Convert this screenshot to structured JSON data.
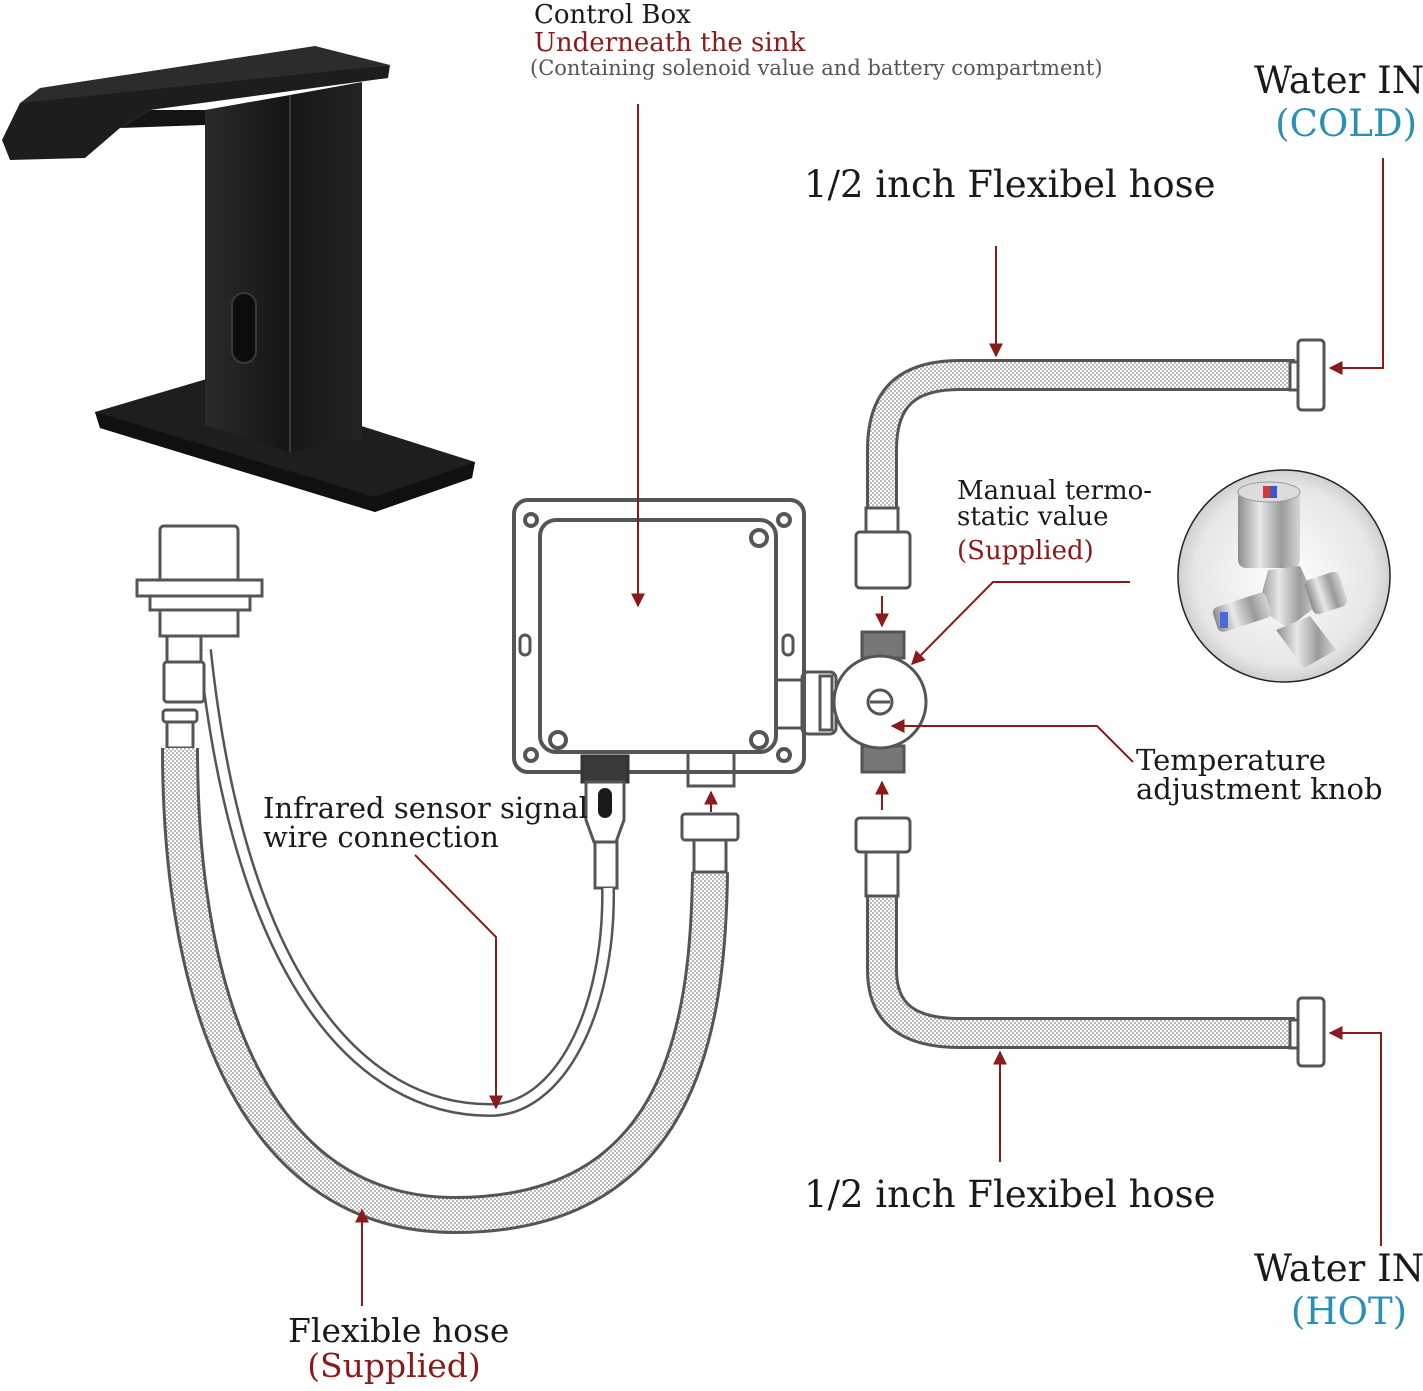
{
  "labels": {
    "control_box": {
      "line1": "Control Box",
      "line2": "Underneath the sink",
      "line3": "(Containing solenoid value and battery compartment)"
    },
    "water_in_cold": {
      "line1": "Water IN",
      "line2": "(COLD)"
    },
    "hose_top": "1/2 inch Flexibel hose",
    "thermostatic_valve": {
      "line1": "Manual termo-",
      "line2": "static value",
      "line3": "(Supplied)"
    },
    "temperature_knob": {
      "line1": "Temperature",
      "line2": "adjustment knob"
    },
    "sensor_wire": {
      "line1": "Infrared sensor signal",
      "line2": "wire connection"
    },
    "hose_bottom": "1/2 inch Flexibel hose",
    "water_in_hot": {
      "line1": "Water IN",
      "line2": "(HOT)"
    },
    "flexible_hose": {
      "line1": "Flexible hose",
      "line2": "(Supplied)"
    }
  },
  "colors": {
    "text": "#1a1a1a",
    "accent_red": "#8b1a1a",
    "accent_blue": "#2a8fb8",
    "faucet_black": "#1c1c1e",
    "outline_grey": "#555555"
  },
  "icons": [
    "faucet-icon",
    "control-box-icon",
    "thermostatic-valve-icon",
    "valve-photo-icon",
    "sensor-connector-icon",
    "hose-icon",
    "arrow-icon"
  ]
}
